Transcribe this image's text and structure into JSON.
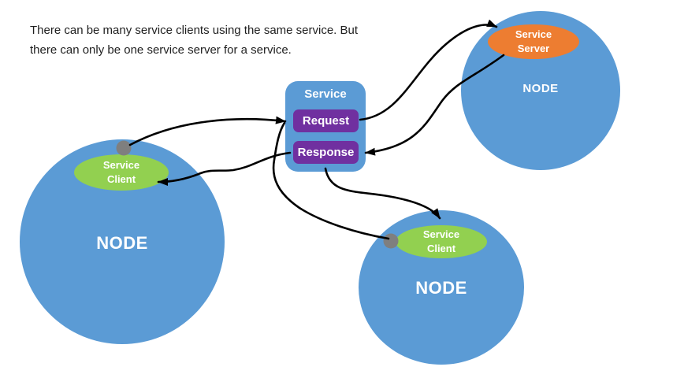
{
  "caption": {
    "line1": "There can be many service clients using the same service. But",
    "line2": "there can only be one service server for a service."
  },
  "service": {
    "title": "Service",
    "request_label": "Request",
    "response_label": "Response"
  },
  "nodes": {
    "left": {
      "label": "NODE",
      "member": {
        "line1": "Service",
        "line2": "Client"
      }
    },
    "top_right": {
      "label": "NODE",
      "member": {
        "line1": "Service",
        "line2": "Server"
      }
    },
    "bottom": {
      "label": "NODE",
      "member": {
        "line1": "Service",
        "line2": "Client"
      }
    }
  },
  "colors": {
    "node_blue": "#5B9BD5",
    "client_green": "#92D050",
    "server_orange": "#ED7D31",
    "message_purple": "#7030A0",
    "connector_gray": "#7F7F7F",
    "arrow_black": "#000000",
    "label_white": "#FFFFFF",
    "caption_black": "#1F1F1F",
    "background": "#FFFFFF"
  }
}
